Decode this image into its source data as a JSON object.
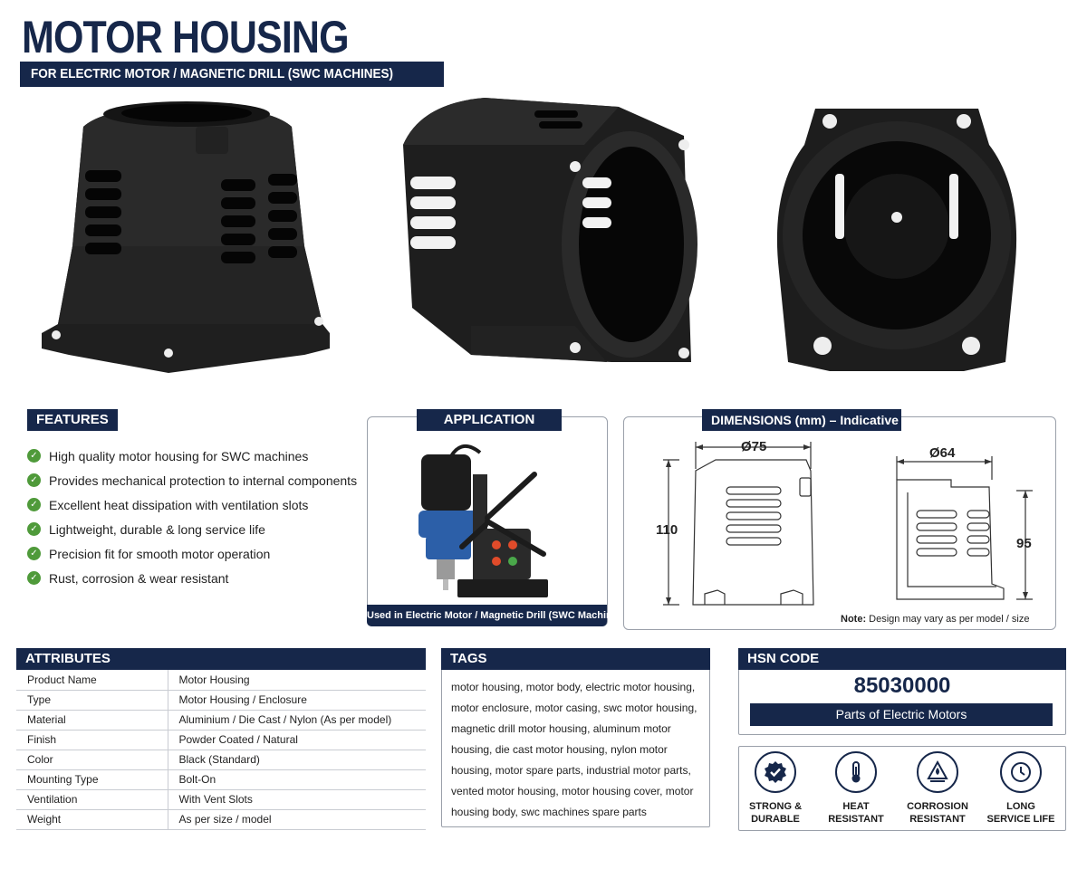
{
  "header": {
    "title": "MOTOR HOUSING",
    "subtitle": "FOR ELECTRIC MOTOR / MAGNETIC DRILL (SWC MACHINES)"
  },
  "features": {
    "heading": "FEATURES",
    "items": [
      "High quality motor housing for SWC machines",
      "Provides mechanical protection to internal components",
      "Excellent heat dissipation with ventilation slots",
      "Lightweight, durable & long service life",
      "Precision fit for smooth motor operation",
      "Rust, corrosion & wear resistant"
    ]
  },
  "application": {
    "heading": "APPLICATION",
    "caption": "Used in Electric Motor / Magnetic Drill (SWC Machines)"
  },
  "dimensions": {
    "heading": "DIMENSIONS (mm) – Indicative",
    "width_front": "Ø75",
    "height_front": "110",
    "width_side": "Ø64",
    "height_side": "95",
    "note_label": "Note:",
    "note_text": "Design may vary as per model / size"
  },
  "attributes": {
    "heading": "ATTRIBUTES",
    "rows": [
      {
        "label": "Product Name",
        "value": "Motor Housing"
      },
      {
        "label": "Type",
        "value": "Motor Housing / Enclosure"
      },
      {
        "label": "Material",
        "value": "Aluminium / Die Cast / Nylon (As per model)"
      },
      {
        "label": "Finish",
        "value": "Powder Coated / Natural"
      },
      {
        "label": "Color",
        "value": "Black (Standard)"
      },
      {
        "label": "Mounting Type",
        "value": "Bolt-On"
      },
      {
        "label": "Ventilation",
        "value": "With Vent Slots"
      },
      {
        "label": "Weight",
        "value": "As per size / model"
      }
    ]
  },
  "tags": {
    "heading": "TAGS",
    "text": "motor housing, motor body, electric motor housing, motor enclosure, motor casing, swc motor housing, magnetic drill motor housing, aluminum motor housing, die cast motor housing, nylon motor housing, motor spare parts, industrial motor parts, vented motor housing, motor housing cover, motor housing body, swc machines spare parts"
  },
  "hsn": {
    "heading": "HSN CODE",
    "code": "85030000",
    "description": "Parts of Electric Motors"
  },
  "badges": [
    {
      "icon": "gear-check-icon",
      "label": "STRONG &\nDURABLE"
    },
    {
      "icon": "thermometer-icon",
      "label": "HEAT\nRESISTANT"
    },
    {
      "icon": "shield-drop-icon",
      "label": "CORROSION\nRESISTANT"
    },
    {
      "icon": "clock-icon",
      "label": "LONG\nSERVICE LIFE"
    }
  ],
  "colors": {
    "navy": "#16274a",
    "check_green": "#4f9a3a",
    "drill_blue": "#2c5fa8"
  }
}
